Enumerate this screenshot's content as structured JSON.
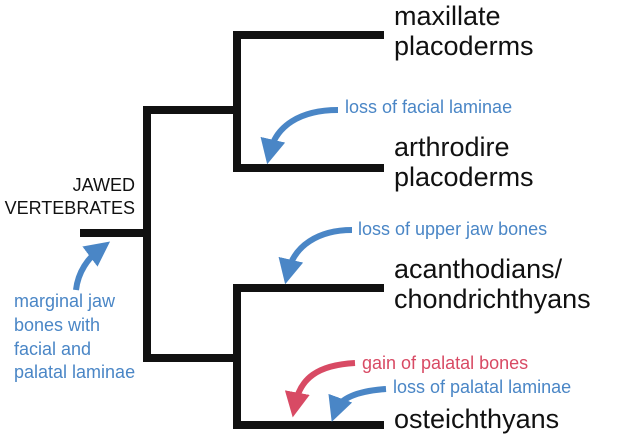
{
  "colors": {
    "branch": "#111111",
    "loss": "#4a86c6",
    "gain": "#d84a64"
  },
  "root_label": [
    "JAWED",
    "VERTEBRATES"
  ],
  "taxa": {
    "maxillate": [
      "maxillate",
      "placoderms"
    ],
    "arthrodire": [
      "arthrodire",
      "placoderms"
    ],
    "acanthodians": [
      "acanthodians/",
      "chondrichthyans"
    ],
    "osteichthyans": [
      "osteichthyans"
    ]
  },
  "annotations": {
    "loss_facial": "loss of facial laminae",
    "loss_upper_jaw": "loss of upper jaw bones",
    "gain_palatal": "gain of palatal bones",
    "loss_palatal": "loss of palatal laminae",
    "marginal": [
      "marginal jaw",
      "bones with",
      "facial and",
      "palatal laminae"
    ]
  }
}
